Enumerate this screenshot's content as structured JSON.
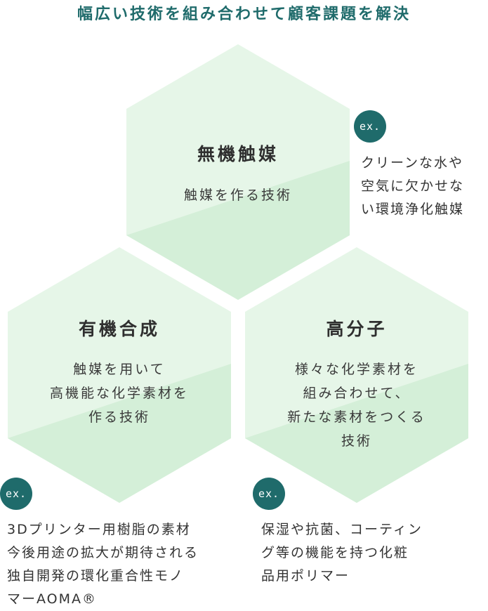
{
  "title": "幅広い技術を組み合わせて顧客課題を解決",
  "colors": {
    "accent": "#1f6b6b",
    "hex_light": "#e6f6e8",
    "hex_dark": "#d4efd8",
    "text": "#333333"
  },
  "hexagons": [
    {
      "key": "inorganic",
      "title": "無機触媒",
      "description": [
        "触媒を作る技術"
      ],
      "badge": "ex.",
      "example": [
        "クリーンな水や",
        "空気に欠かせな",
        "い環境浄化触媒"
      ]
    },
    {
      "key": "organic",
      "title": "有機合成",
      "description": [
        "触媒を用いて",
        "高機能な化学素材を",
        "作る技術"
      ],
      "badge": "ex.",
      "example": [
        "3Dプリンター用樹脂の素材",
        "今後用途の拡大が期待される",
        "独自開発の環化重合性モノ",
        "マーAOMA®"
      ]
    },
    {
      "key": "polymer",
      "title": "高分子",
      "description": [
        "様々な化学素材を",
        "組み合わせて、",
        "新たな素材をつくる",
        "技術"
      ],
      "badge": "ex.",
      "example": [
        "保湿や抗菌、コーティン",
        "グ等の機能を持つ化粧",
        "品用ポリマー"
      ]
    }
  ]
}
